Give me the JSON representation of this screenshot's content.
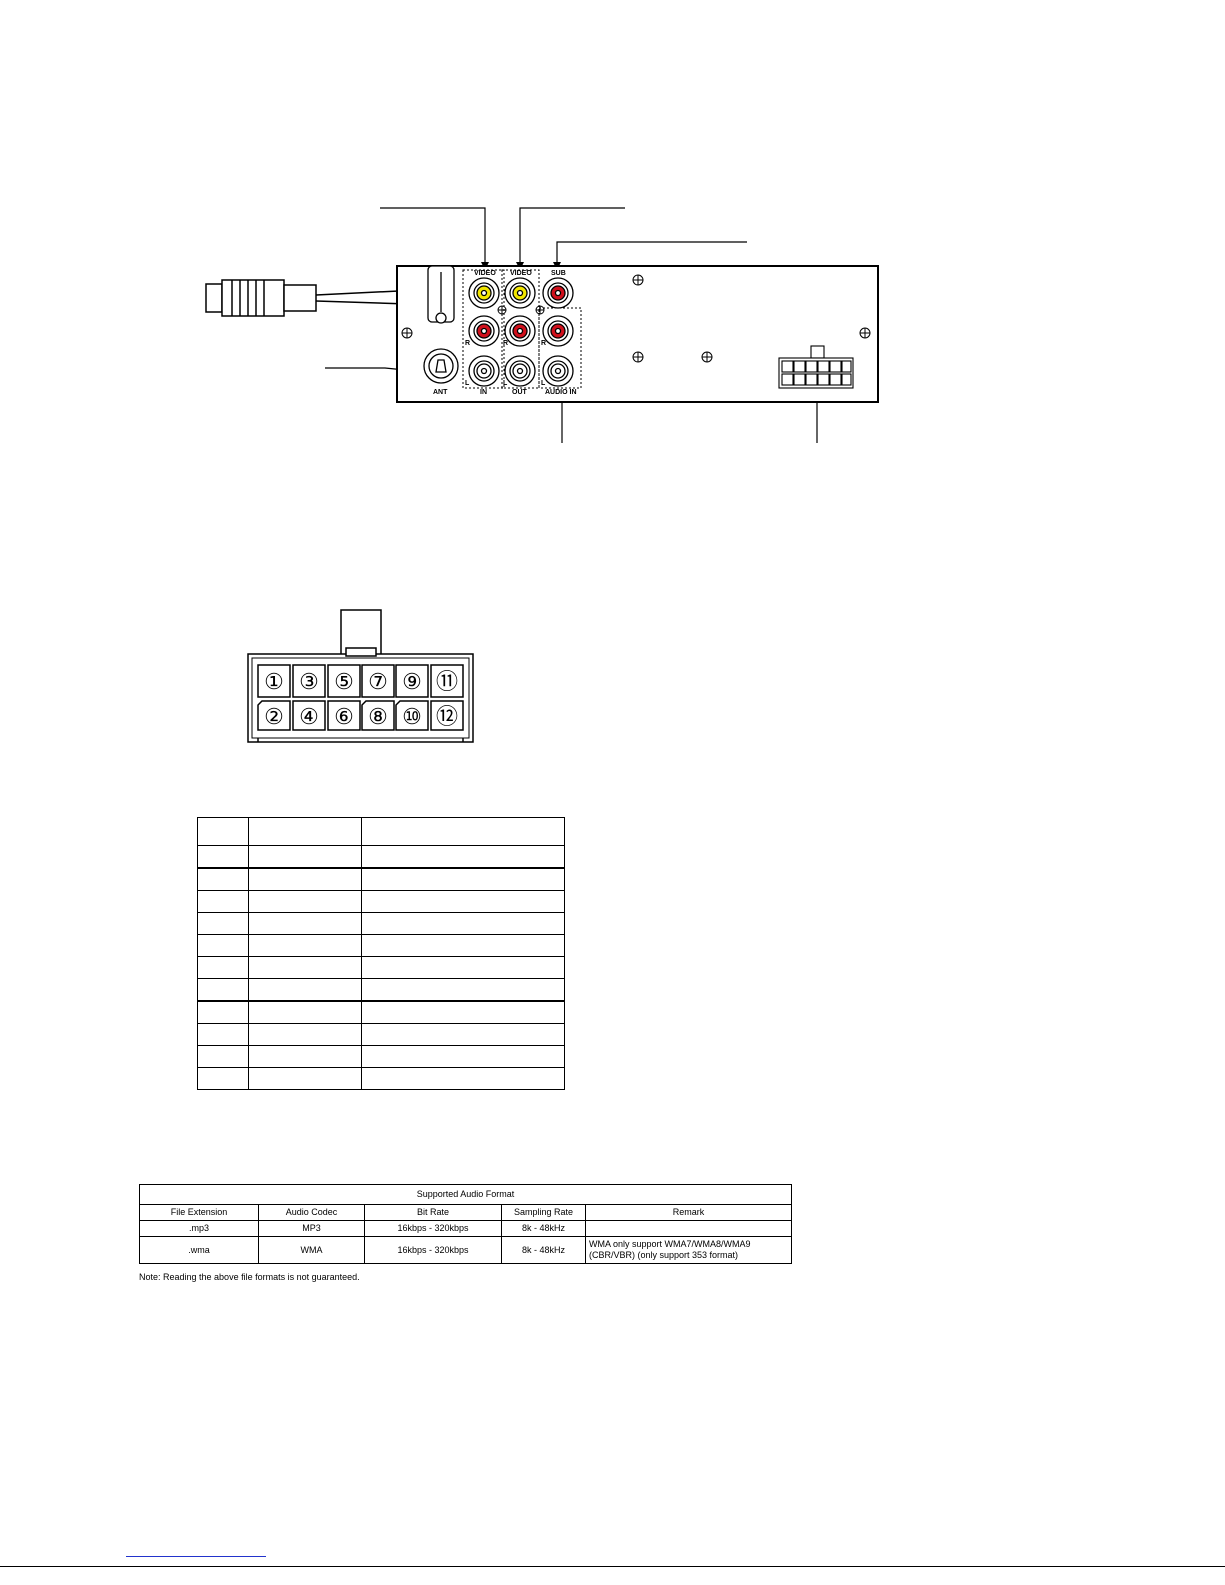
{
  "rear_panel": {
    "labels": {
      "video_in": "VIDEO",
      "video_out": "VIDEO",
      "sub": "SUB",
      "r1": "R",
      "r2": "R",
      "r3": "R",
      "l1": "L",
      "l2": "L",
      "l3": "L",
      "in": "IN",
      "out": "OUT",
      "audio_in": "AUDIO IN",
      "ant": "ANT"
    },
    "colors": {
      "yellow": "#f2e600",
      "red": "#d0101c",
      "white": "#ffffff"
    }
  },
  "connector": {
    "top_row": [
      "①",
      "③",
      "⑤",
      "⑦",
      "⑨",
      "⑪"
    ],
    "bottom_row": [
      "②",
      "④",
      "⑥",
      "⑧",
      "⑩",
      "⑫"
    ]
  },
  "audio_format": {
    "title": "Supported Audio Format",
    "headers": [
      "File Extension",
      "Audio Codec",
      "Bit Rate",
      "Sampling Rate",
      "Remark"
    ],
    "rows": [
      [
        ".mp3",
        "MP3",
        "16kbps - 320kbps",
        "8k - 48kHz",
        ""
      ],
      [
        ".wma",
        "WMA",
        "16kbps - 320kbps",
        "8k - 48kHz",
        "WMA only support WMA7/WMA8/WMA9 (CBR/VBR) (only support 353 format)"
      ]
    ],
    "note": "Note: Reading the above file formats is not guaranteed."
  }
}
